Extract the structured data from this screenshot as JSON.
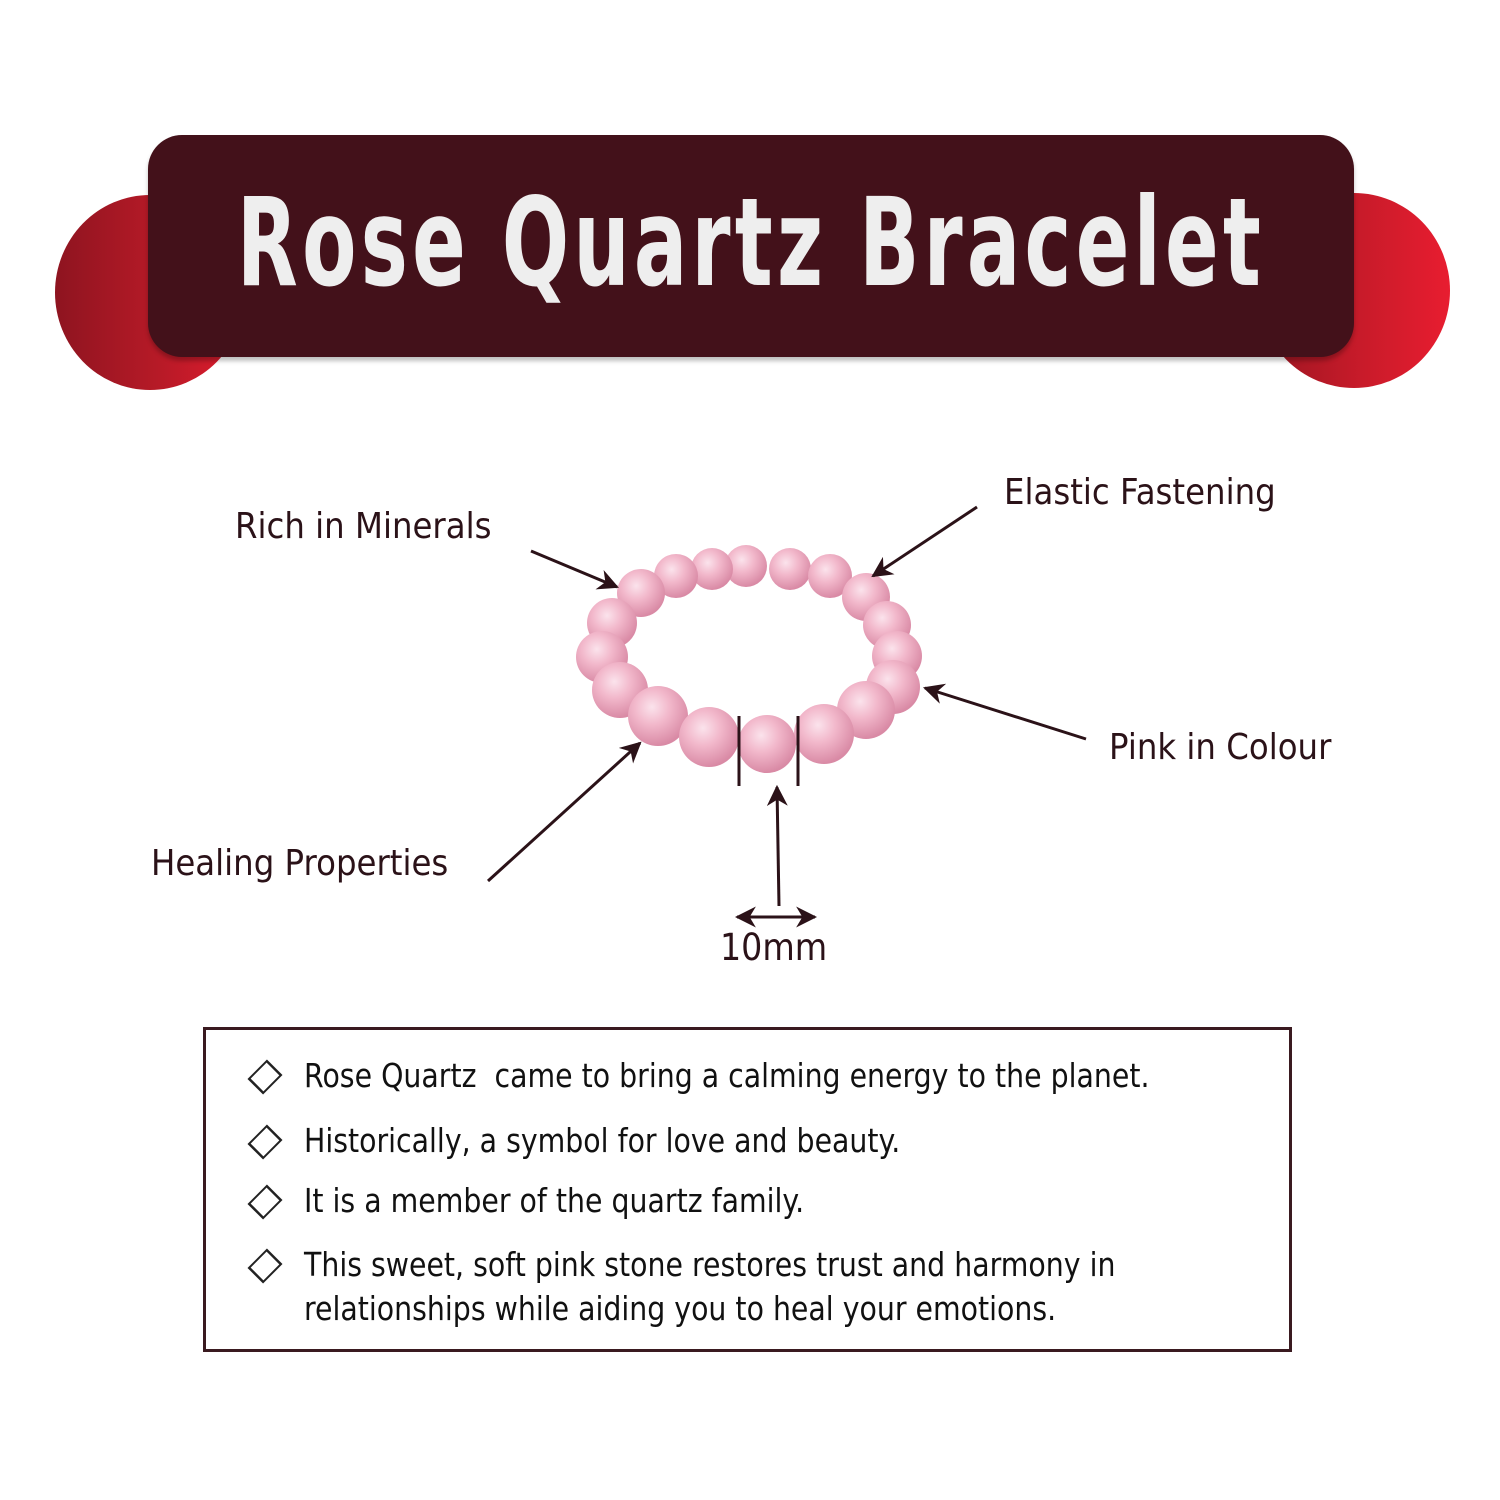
{
  "header": {
    "title": "Rose Quartz Bracelet",
    "colors": {
      "banner": "#43111a",
      "accent_red": "#c91b2a",
      "title_text": "#eeeeee"
    }
  },
  "diagram": {
    "callouts": [
      {
        "id": "rich-in-minerals",
        "label": "Rich in Minerals"
      },
      {
        "id": "elastic-fastening",
        "label": "Elastic Fastening"
      },
      {
        "id": "pink-in-colour",
        "label": "Pink in Colour"
      },
      {
        "id": "healing-properties",
        "label": "Healing Properties"
      }
    ],
    "measurement": {
      "label": "10mm"
    },
    "bead_color": "#f2b8cb"
  },
  "info_box": {
    "items": [
      {
        "text": "Rose Quartz  came to bring a calming energy to the planet."
      },
      {
        "text": "Historically, a symbol for love and beauty."
      },
      {
        "text": "It is a member of the quartz family."
      },
      {
        "text": "This sweet, soft pink stone restores trust and harmony in\nrelationships while aiding you to heal your emotions."
      }
    ]
  }
}
